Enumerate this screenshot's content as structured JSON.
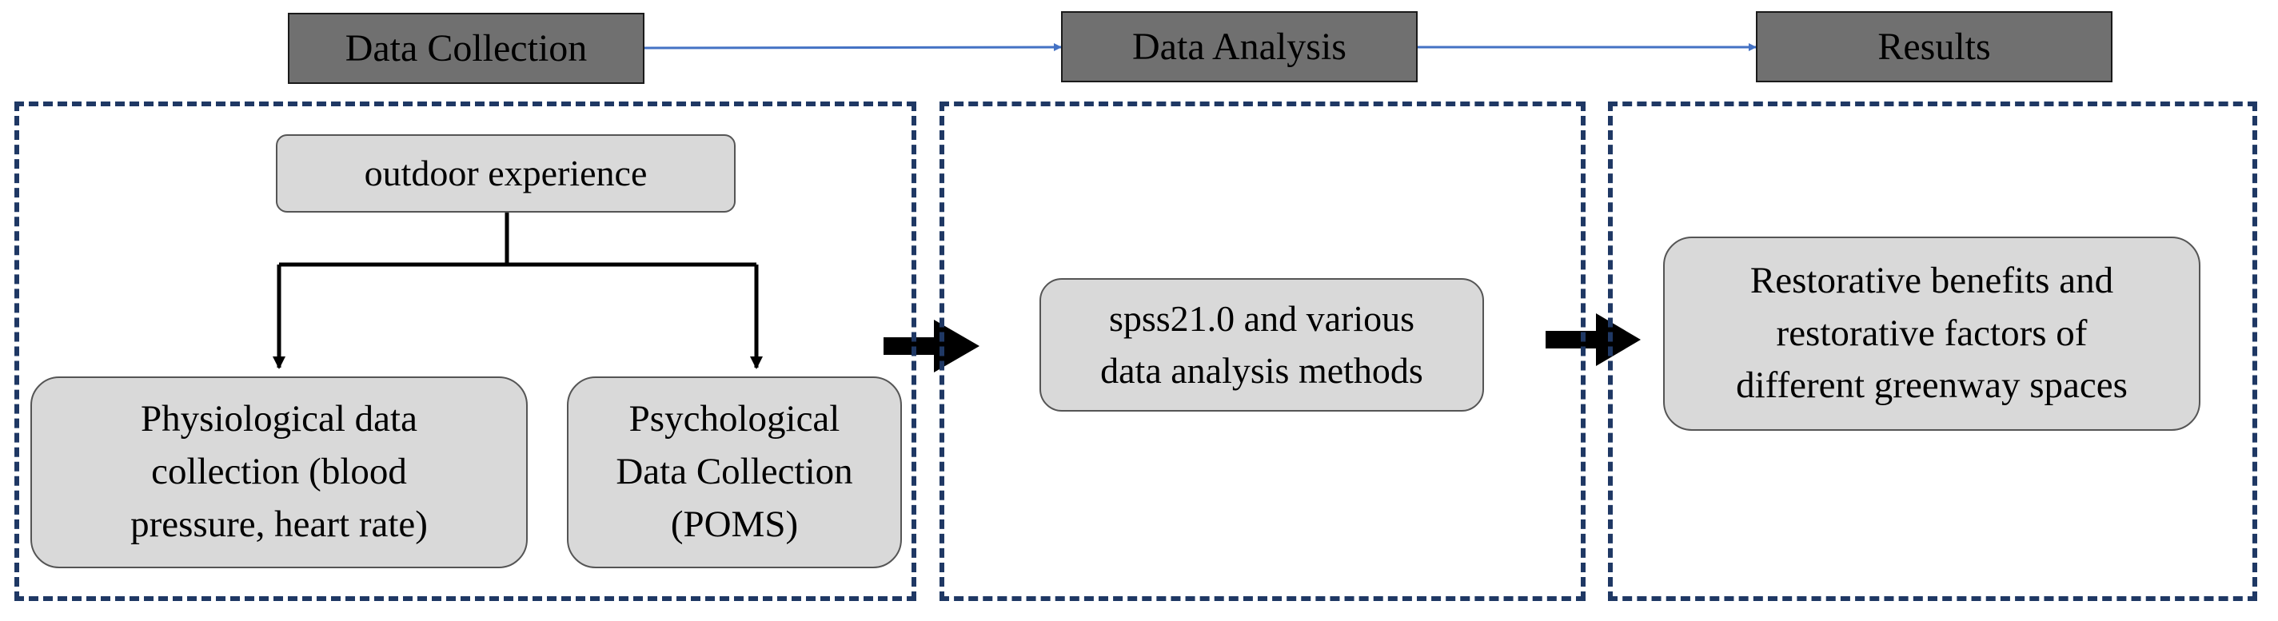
{
  "stages": {
    "collection": "Data Collection",
    "analysis": "Data Analysis",
    "results": "Results"
  },
  "nodes": {
    "outdoor": "outdoor experience",
    "physiological": "Physiological data\ncollection (blood\npressure, heart rate)",
    "psychological": "Psychological\nData Collection\n(POMS)",
    "spss": "spss21.0 and various\ndata analysis methods",
    "restorative": "Restorative benefits and\nrestorative factors of\ndifferent greenway spaces"
  },
  "colors": {
    "stage_fill": "#707070",
    "node_fill": "#d9d9d9",
    "panel_border": "#1f3864",
    "top_arrow": "#4472c4"
  }
}
